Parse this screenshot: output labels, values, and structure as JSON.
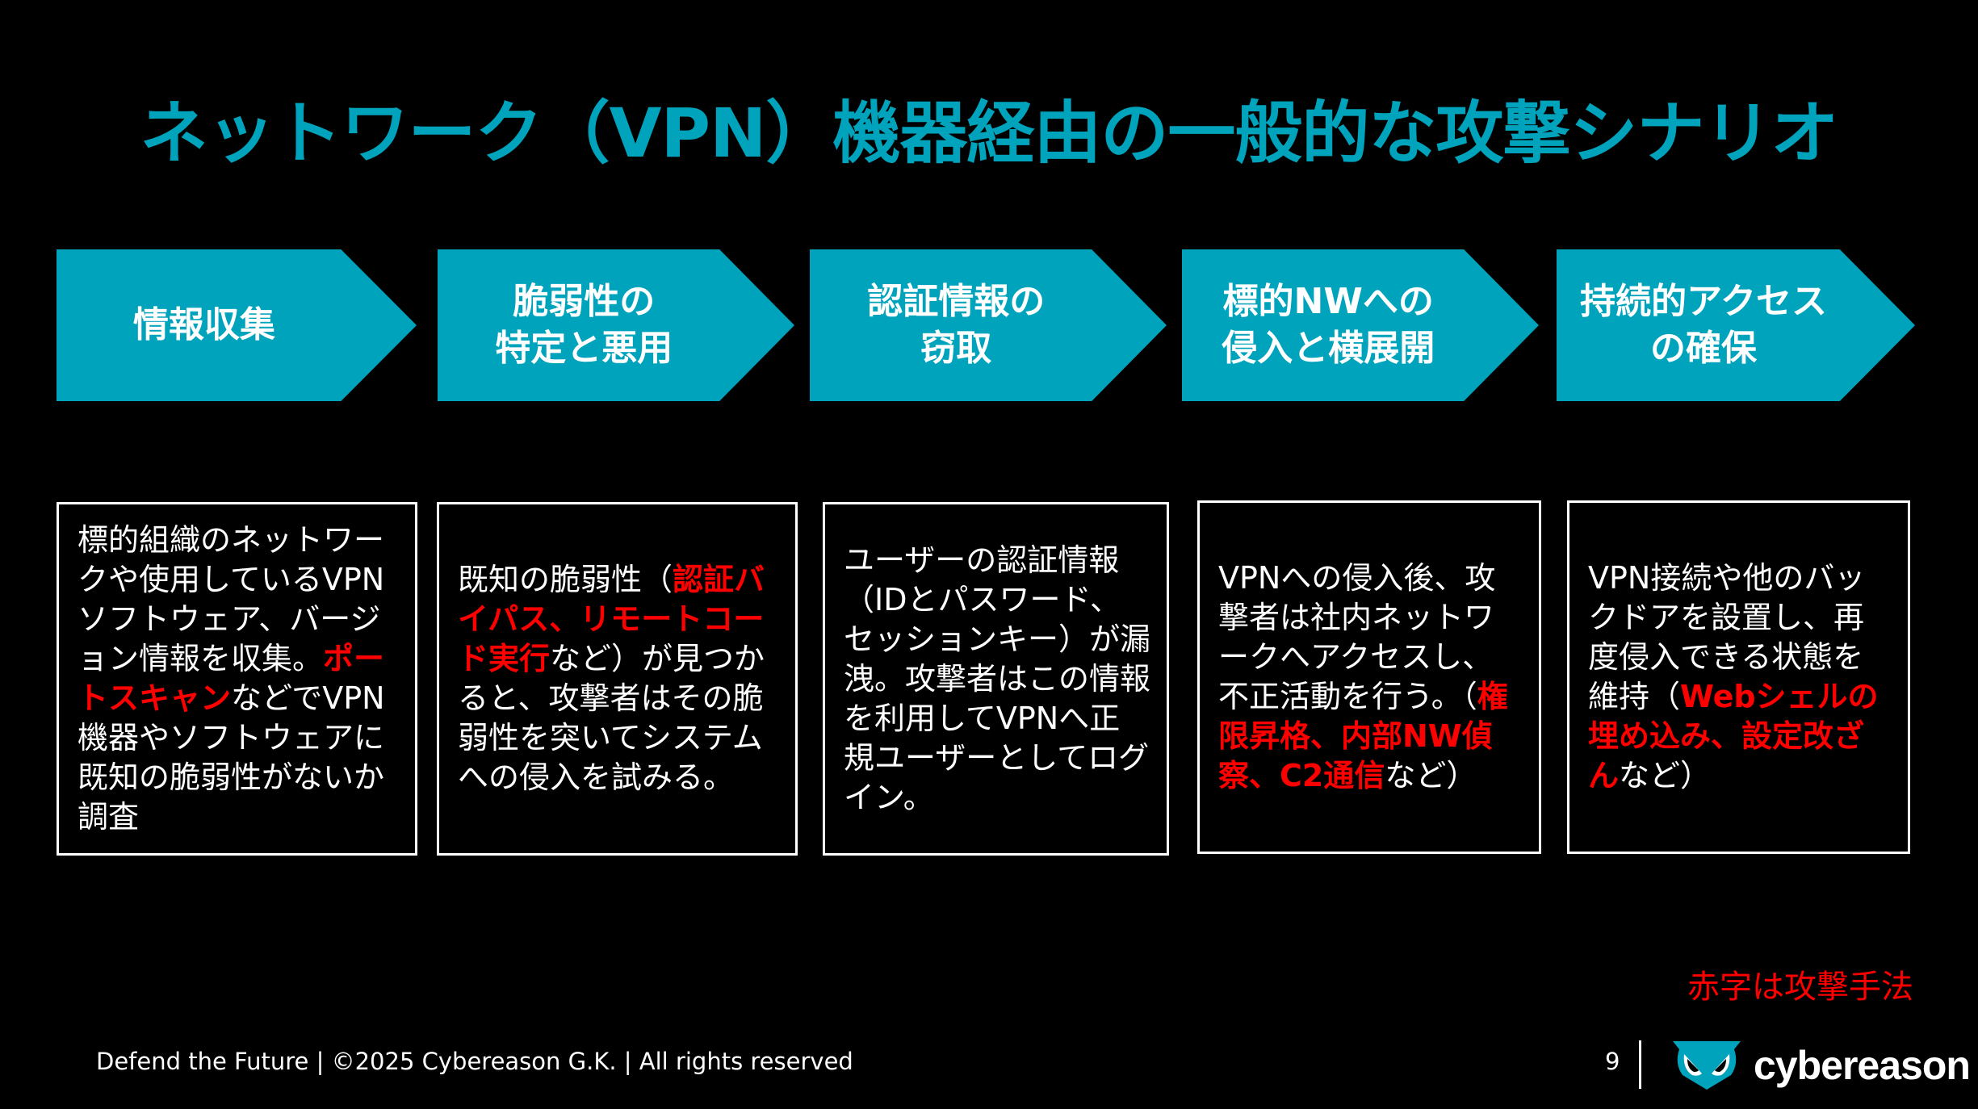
{
  "title": "ネットワーク（VPN）機器経由の一般的な攻撃シナリオ",
  "steps": [
    {
      "label": "情報収集"
    },
    {
      "label": "脆弱性の\n特定と悪用"
    },
    {
      "label": "認証情報の\n窃取"
    },
    {
      "label": "標的NWへの\n侵入と横展開"
    },
    {
      "label": "持続的アクセス\nの確保"
    }
  ],
  "descriptions": [
    {
      "segments": [
        {
          "text": "標的組織のネットワークや使用しているVPNソフトウェア、バージョン情報を収集。",
          "red": false
        },
        {
          "text": "ポートスキャン",
          "red": true
        },
        {
          "text": "などでVPN機器やソフトウェアに既知の脆弱性がないか調査",
          "red": false
        }
      ]
    },
    {
      "segments": [
        {
          "text": "既知の脆弱性（",
          "red": false
        },
        {
          "text": "認証バイパス、リモートコード実行",
          "red": true
        },
        {
          "text": "など）が見つかると、攻撃者はその脆弱性を突いてシステムへの侵入を試みる。",
          "red": false
        }
      ]
    },
    {
      "segments": [
        {
          "text": "ユーザーの認証情報（IDとパスワード、セッションキー）が漏洩。攻撃者はこの情報を利用してVPNへ正規ユーザーとしてログイン。",
          "red": false
        }
      ]
    },
    {
      "segments": [
        {
          "text": "VPNへの侵入後、攻撃者は社内ネットワークへアクセスし、不正活動を行う。（",
          "red": false
        },
        {
          "text": "権限昇格、内部NW偵察、C2通信",
          "red": true
        },
        {
          "text": "など）",
          "red": false
        }
      ]
    },
    {
      "segments": [
        {
          "text": "VPN接続や他のバックドアを設置し、再度侵入できる状態を維持（",
          "red": false
        },
        {
          "text": "Webシェルの埋め込み、設定改ざん",
          "red": true
        },
        {
          "text": "など）",
          "red": false
        }
      ]
    }
  ],
  "legend": "赤字は攻撃手法",
  "footer": {
    "copyright": "Defend the Future | ©2025 Cybereason G.K. | All rights reserved",
    "page_number": "9",
    "logo_text": "cybereason"
  },
  "colors": {
    "accent": "#00a3bc",
    "attack": "#ff0000",
    "background": "#000000"
  }
}
